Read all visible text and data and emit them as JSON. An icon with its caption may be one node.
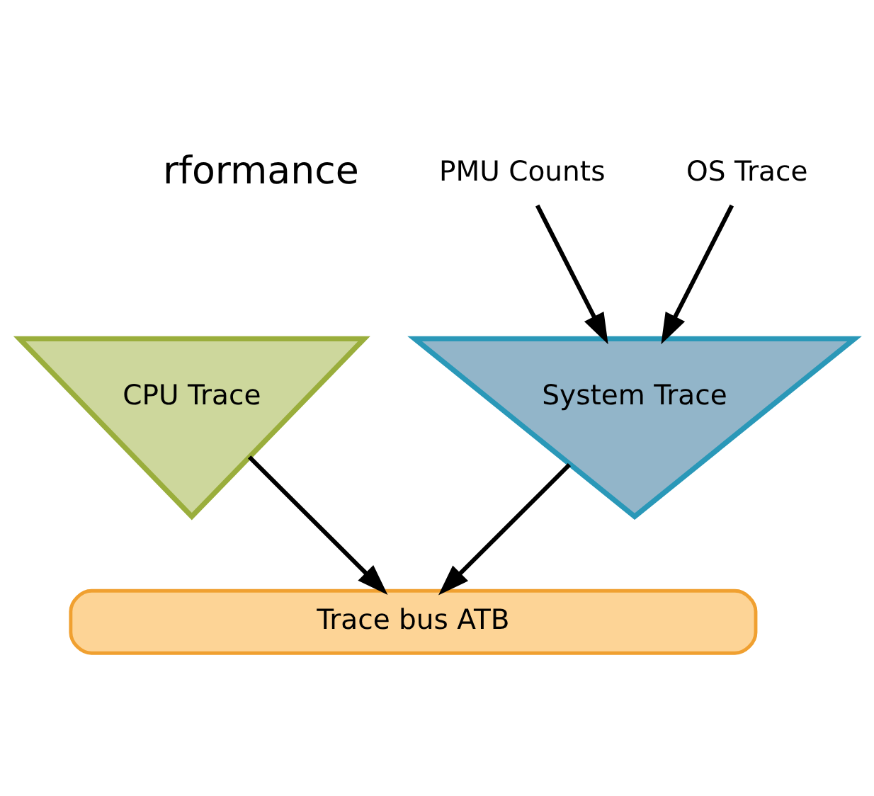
{
  "diagram": {
    "nodes": [
      {
        "text": [
          "CPU Trace"
        ]
      },
      {
        "text": [
          "System Trace"
        ]
      },
      {
        "text": [
          "PMU Counts"
        ]
      },
      {
        "text": [
          "OS Trace"
        ]
      },
      {
        "text": [
          "Trace bus ATB"
        ]
      }
    ],
    "edges": [
      {
        "from": 2,
        "to": 1,
        "arrow": "to"
      },
      {
        "from": 3,
        "to": 1,
        "arrow": "to"
      },
      {
        "from": 0,
        "to": 4,
        "arrow": "to"
      },
      {
        "from": 1,
        "to": 4,
        "arrow": "to"
      }
    ],
    "labels": [
      "rformance"
    ]
  }
}
